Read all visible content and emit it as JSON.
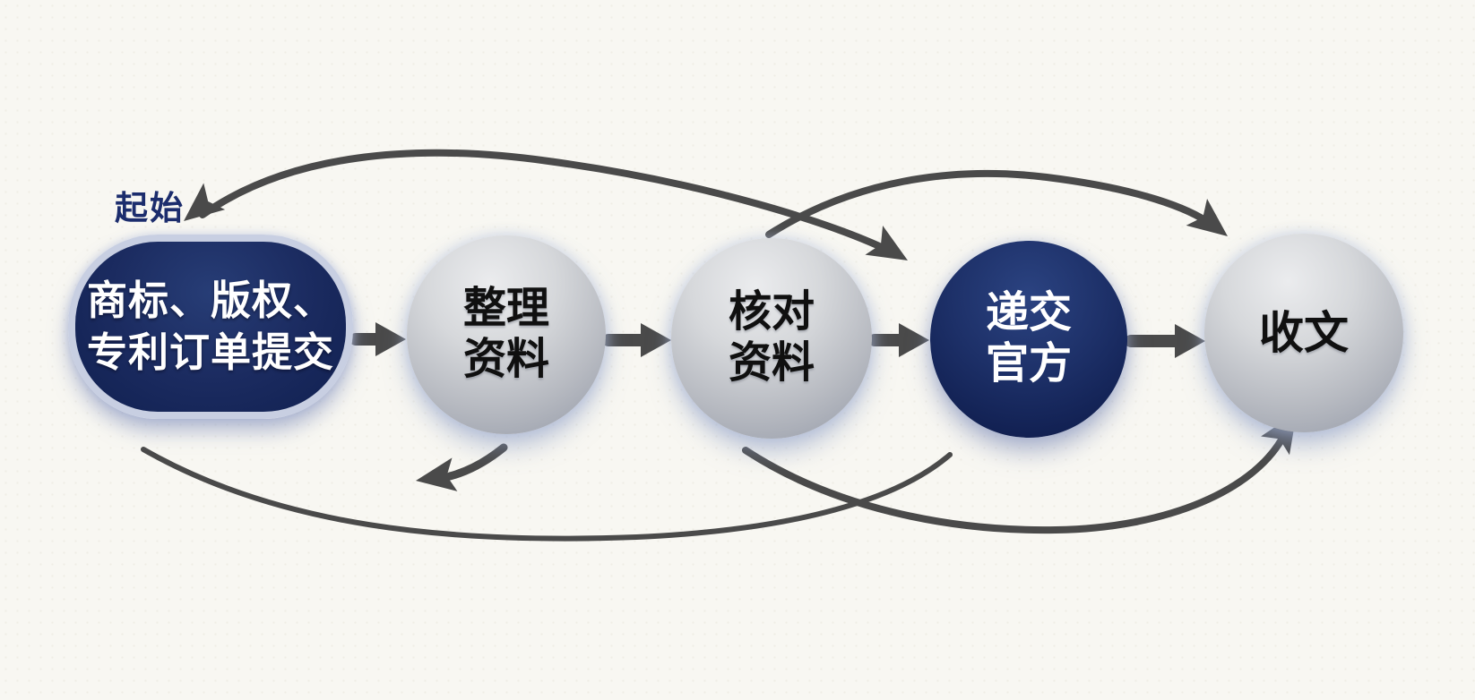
{
  "diagram": {
    "title_tag": "起始",
    "type": "process-flow",
    "nodes": [
      {
        "id": "start",
        "label": "商标、版权、\n专利订单提交",
        "shape": "stadium",
        "fill": "navy",
        "text_color": "#ffffff"
      },
      {
        "id": "organize",
        "label": "整理\n资料",
        "shape": "circle",
        "fill": "gray",
        "text_color": "#101010"
      },
      {
        "id": "verify",
        "label": "核对\n资料",
        "shape": "circle",
        "fill": "gray",
        "text_color": "#101010"
      },
      {
        "id": "submit",
        "label": "递交\n官方",
        "shape": "circle",
        "fill": "navy",
        "text_color": "#ffffff"
      },
      {
        "id": "receive",
        "label": "收文",
        "shape": "circle",
        "fill": "gray",
        "text_color": "#101010"
      }
    ],
    "connections": [
      {
        "from": "start",
        "to": "organize",
        "route": "straight"
      },
      {
        "from": "organize",
        "to": "verify",
        "route": "straight"
      },
      {
        "from": "verify",
        "to": "submit",
        "route": "straight"
      },
      {
        "from": "submit",
        "to": "receive",
        "route": "straight"
      },
      {
        "from": "submit",
        "to": "start",
        "route": "curved-top",
        "double_headed": true
      },
      {
        "from": "verify",
        "to": "receive",
        "route": "curved-top"
      },
      {
        "from": "start",
        "to": "submit",
        "route": "curved-bottom",
        "arrowhead": "none"
      },
      {
        "from": "organize",
        "to": "start",
        "route": "curved-bottom-short"
      },
      {
        "from": "verify",
        "to": "receive",
        "route": "curved-bottom"
      }
    ],
    "colors": {
      "background": "#f8f7f2",
      "arrow": "#4a4a4a",
      "navy_node": "#1b2b60",
      "navy_node_highlight": "#2b4381",
      "gray_node": "#d6d8db",
      "gray_node_shade": "#9298a6",
      "stadium_rim": "#c8cfe2",
      "start_tag_text": "#1c2d6d"
    }
  }
}
